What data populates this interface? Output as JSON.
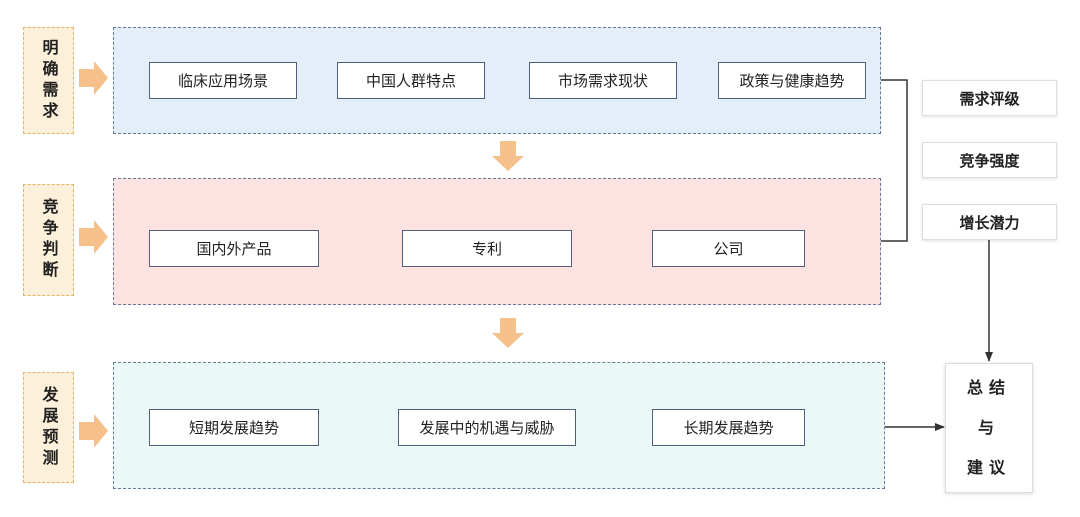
{
  "stages": [
    {
      "label": "明确需求",
      "items": [
        "临床应用场景",
        "中国人群特点",
        "市场需求现状",
        "政策与健康趋势"
      ]
    },
    {
      "label": "竞争判断",
      "items": [
        "国内外产品",
        "专利",
        "公司"
      ]
    },
    {
      "label": "发展预测",
      "items": [
        "短期发展趋势",
        "发展中的机遇与威胁",
        "长期发展趋势"
      ]
    }
  ],
  "evaluation": [
    "需求评级",
    "竞争强度",
    "增长潜力"
  ],
  "summary": {
    "lines": [
      "总结",
      "与",
      "建议"
    ]
  },
  "colors": {
    "stage_label_bg": "#fdf0da",
    "stage_label_border": "#e9b26a",
    "arrow": "#f5c08a",
    "panel_blue": "#e3eef9",
    "panel_pink": "#fde2e2",
    "panel_cyan": "#eaf8f8",
    "panel_border": "#6a7a96",
    "item_border": "#4f5f7c",
    "connector": "#333333"
  }
}
